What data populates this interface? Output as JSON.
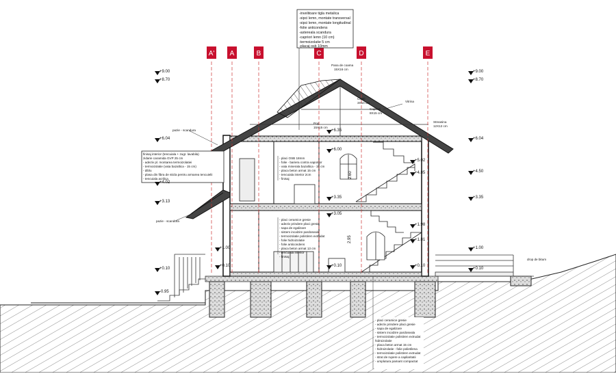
{
  "roof_note": [
    "-invelitoare tigla metalica",
    "-sipci lemn, montate transversal",
    "-sipci lemn, montate longitudinal",
    "-folie anticondens",
    "-astereala scandura",
    "-capriori lemn (10 cm)",
    "-termoizolatie 5 cm",
    "-placaj osb 10mm"
  ],
  "axes": [
    "A'",
    "A",
    "B",
    "C",
    "D",
    "E"
  ],
  "levels_left": [
    "+9.00",
    "+8.70",
    "+6.04",
    "+4.02",
    "+3.13",
    "+0.10",
    "-0.95"
  ],
  "levels_right": [
    "+9.00",
    "+8.70",
    "+6.04",
    "+4.50",
    "+3.35",
    "+1.00",
    "+0.10"
  ],
  "levels_inner": [
    "+6.35",
    "+6.00",
    "+5.02",
    "+4.85",
    "+3.35",
    "+3.05",
    "+1.98",
    "+1.81",
    "+1.00",
    "+0.10",
    "+0.10",
    "+0.10"
  ],
  "labels": {
    "pana": "Pana de coama",
    "pana_dim": "15X16 cm",
    "clesti": "Clesti",
    "clesti_dim": "3X10 cm",
    "capriori": "Capriori",
    "capriori_dim": "8X15 cm",
    "pop": "Pop",
    "pop_dim": "15X15 cm",
    "streasina": "Streasina",
    "streasina_dim": "12X12 cm",
    "vitrina": "Vitrina",
    "pazie_top": "pazie - scandura",
    "pazie_bottom": "pazie - scandura",
    "drop": "drop de bitum"
  },
  "wall_note": [
    "finisaj interior (tencuiala + zugr. lavabila)",
    "zidarie caramida GVP 25 cm",
    "- adeziv pl. montarea termoizolatiei",
    "- termoizolatie (vata bazaltica - 15 cm)",
    "- diblu",
    "- plasa din fibra de sticla pentru armarea tencuielii",
    "- tencuiala acrilica"
  ],
  "floor_upper_note": [
    "- placi OSB 18mm",
    "- folie - bariera contra vaporilor",
    "- vata minerala bazaltica - 15 cm",
    "- placa beton armat 15 cm",
    "- tencuiala interior 2cm",
    "- finisaj"
  ],
  "floor_mid_note": [
    "- placi ceramice gresie",
    "- adeziv prindere placi gresie",
    "- sapa de egalizare",
    "- sistem incalzire pardoseala",
    "- termoizolatie polistiren extrudat",
    "- folie hidroizolatie",
    "- folie anticondens",
    "- placa beton armat 13 cm",
    "- tencuiala interior",
    "- finisaj"
  ],
  "floor_ground_note": [
    "- placi ceramice gresie",
    "- adeziv prindere placi gresie",
    "- sapa de egalizare",
    "- sistem incalzire pardoseala",
    "- termoizolatie polistiren extrudat",
    "hidroizolatie",
    "- placa beton armat 15 cm",
    "- hidroizolatie - folie polietilena",
    "- termoizolatie polistiren extrudat",
    "- strat de rupere a capilaritatii",
    "- umplutura pamant compactat"
  ],
  "dims": [
    "2.60",
    "2.95"
  ]
}
